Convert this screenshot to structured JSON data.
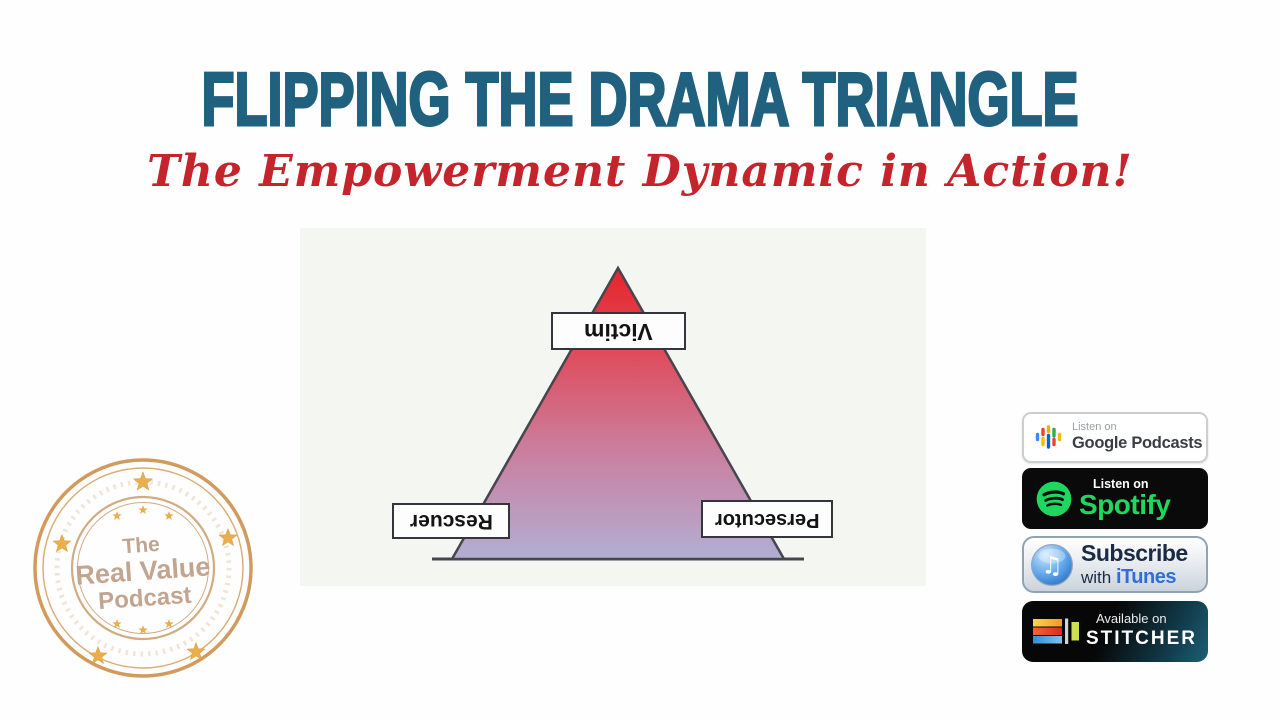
{
  "header": {
    "title": "FLIPPING THE DRAMA TRIANGLE",
    "subtitle": "The Empowerment Dynamic in Action!"
  },
  "diagram": {
    "type": "drama-triangle",
    "top_label": "Victim",
    "bottom_left_label": "Rescuer",
    "bottom_right_label": "Persecutor",
    "labels_orientation": "rotated-180"
  },
  "logo": {
    "line1": "The",
    "line2": "Real Value",
    "line3": "Podcast"
  },
  "badges": {
    "google": {
      "tagline": "Listen on",
      "name": "Google Podcasts"
    },
    "spotify": {
      "tagline": "Listen on",
      "name": "Spotify"
    },
    "itunes": {
      "action": "Subscribe",
      "prefix": "with",
      "name": "iTunes"
    },
    "stitcher": {
      "tagline": "Available on",
      "name": "STITCHER"
    }
  },
  "icons": {
    "music_note": "♫"
  },
  "colors": {
    "title_teal": "#20617f",
    "subtitle_red": "#c5242c",
    "triangle_top": "#e6242c",
    "triangle_bottom": "#b2aed3",
    "logo_gold": "#d89a4e",
    "spotify_green": "#1ed760",
    "itunes_blue": "#2f6fd6"
  }
}
